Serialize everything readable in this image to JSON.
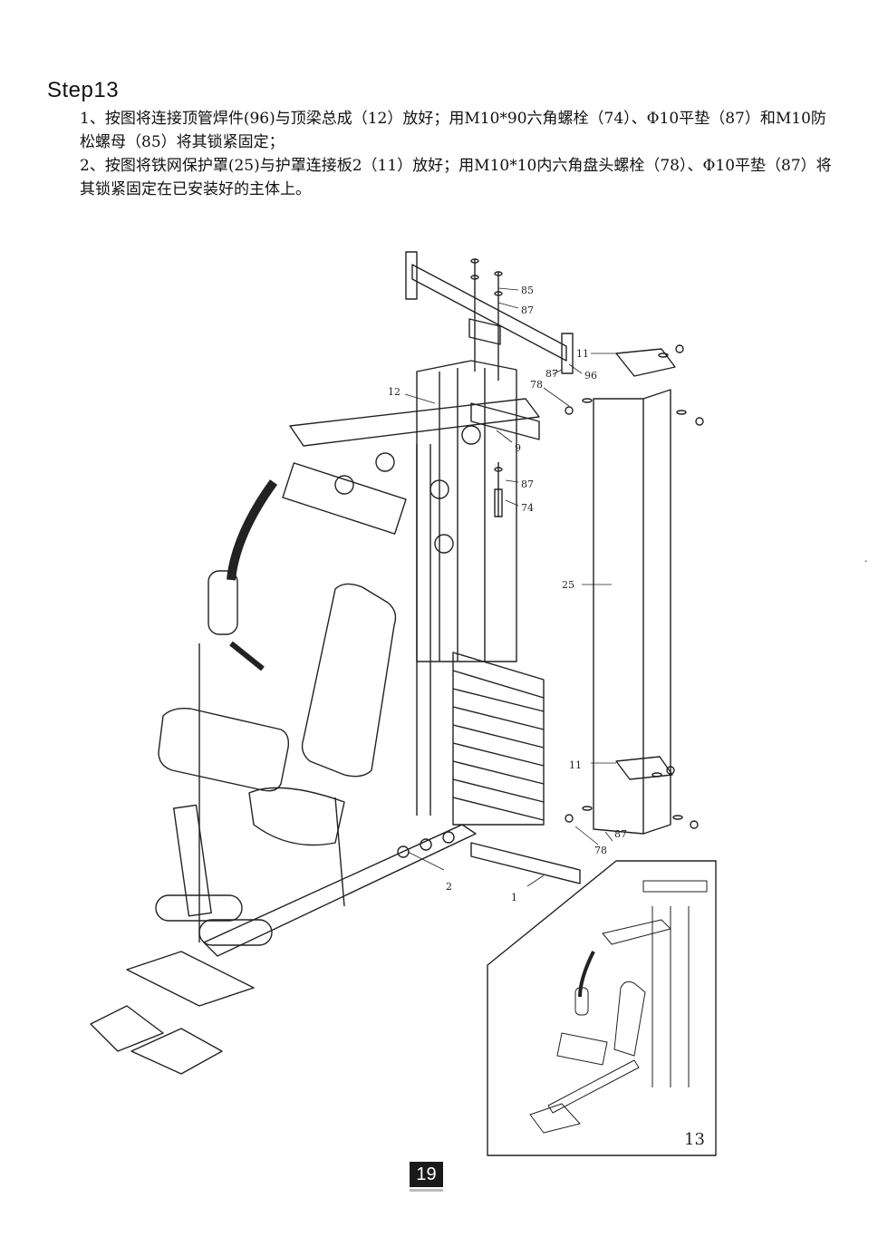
{
  "step": {
    "title": "Step13"
  },
  "instructions": [
    "1、按图将连接顶管焊件(96)与顶梁总成（12）放好；用M10*90六角螺栓（74）、Φ10平垫（87）和M10防松螺母（85）将其锁紧固定；",
    "2、按图将铁网保护罩(25)与护罩连接板2（11）放好；用M10*10内六角盘头螺栓（78）、Φ10平垫（87）将其锁紧固定在已安装好的主体上。"
  ],
  "callouts": {
    "c85": "85",
    "c87a": "87",
    "c96": "96",
    "c87b": "87",
    "c78a": "78",
    "c11a": "11",
    "c12": "12",
    "c9": "9",
    "c87c": "87",
    "c74": "74",
    "c25": "25",
    "c11b": "11",
    "c87d": "87",
    "c78b": "78",
    "c2": "2",
    "c1": "1"
  },
  "inset": {
    "label": "13"
  },
  "page": {
    "number": "19",
    "edge_mark": "-"
  }
}
